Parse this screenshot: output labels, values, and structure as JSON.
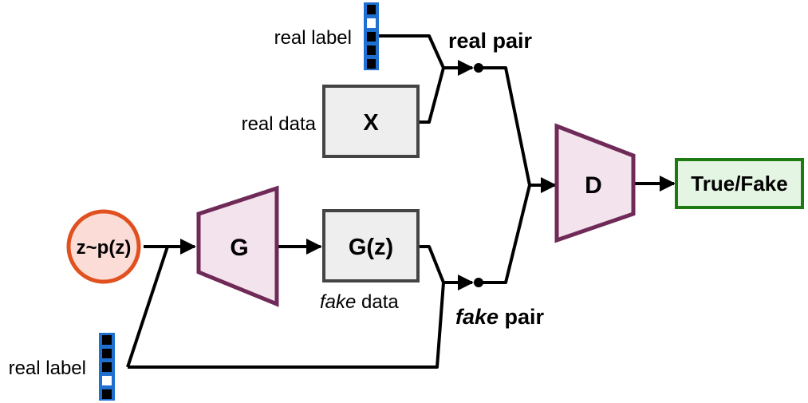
{
  "labels": {
    "real_label_top": "real label",
    "real_data": "real data",
    "real_pair": "real pair",
    "fake_data_em": "fake",
    "fake_data_rest": " data",
    "fake_pair_em": "fake",
    "fake_pair_rest": " pair",
    "real_label_bottom": "real label"
  },
  "nodes": {
    "x_box": "X",
    "gz_box": "G(z)",
    "noise": "z~p(z)",
    "generator": "G",
    "discriminator": "D",
    "output": "True/Fake"
  },
  "label_vectors": {
    "top": {
      "cells": [
        false,
        true,
        false,
        false,
        false
      ]
    },
    "bottom": {
      "cells": [
        false,
        false,
        false,
        true,
        false
      ]
    }
  },
  "colors": {
    "line": "#000000",
    "box_fill": "#eeeeee",
    "box_stroke": "#444444",
    "trap_fill": "#f3e3ec",
    "trap_stroke": "#6f2a58",
    "noise_fill": "#fbdcd6",
    "noise_stroke": "#e0511f",
    "output_fill": "#e5f5e3",
    "output_stroke": "#1e7a12",
    "vector_border": "#1f6fd1",
    "vector_filled": "#000000",
    "vector_empty": "#ffffff"
  }
}
